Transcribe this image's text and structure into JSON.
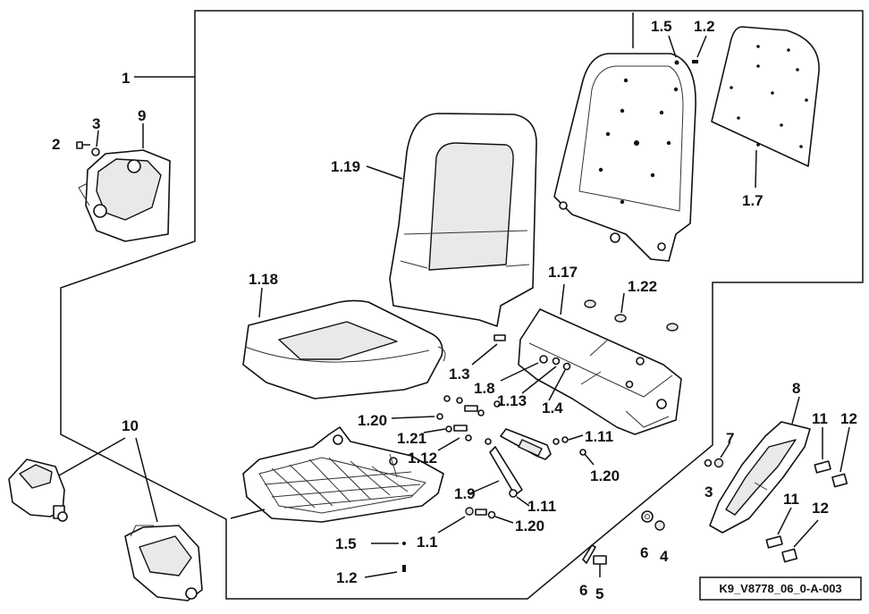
{
  "reference_code": "K9_V8778_06_0-A-003",
  "labels": {
    "p1": "1",
    "p2": "2",
    "p3a": "3",
    "p9": "9",
    "p1_5a": "1.5",
    "p1_2a": "1.2",
    "p1_19": "1.19",
    "p1_7": "1.7",
    "p1_18": "1.18",
    "p1_17": "1.17",
    "p1_22": "1.22",
    "p1_3": "1.3",
    "p1_8": "1.8",
    "p1_13": "1.13",
    "p1_4": "1.4",
    "p1_20a": "1.20",
    "p1_21": "1.21",
    "p1_11a": "1.11",
    "p1_12": "1.12",
    "p1_20b": "1.20",
    "p1_9": "1.9",
    "p1_11b": "1.11",
    "p1_20c": "1.20",
    "p1_1": "1.1",
    "p1_5b": "1.5",
    "p1_2b": "1.2",
    "p10": "10",
    "p8": "8",
    "p7": "7",
    "p3b": "3",
    "p11a": "11",
    "p12a": "12",
    "p11b": "11",
    "p12b": "12",
    "p6a": "6",
    "p4": "4",
    "p6b": "6",
    "p5": "5"
  }
}
